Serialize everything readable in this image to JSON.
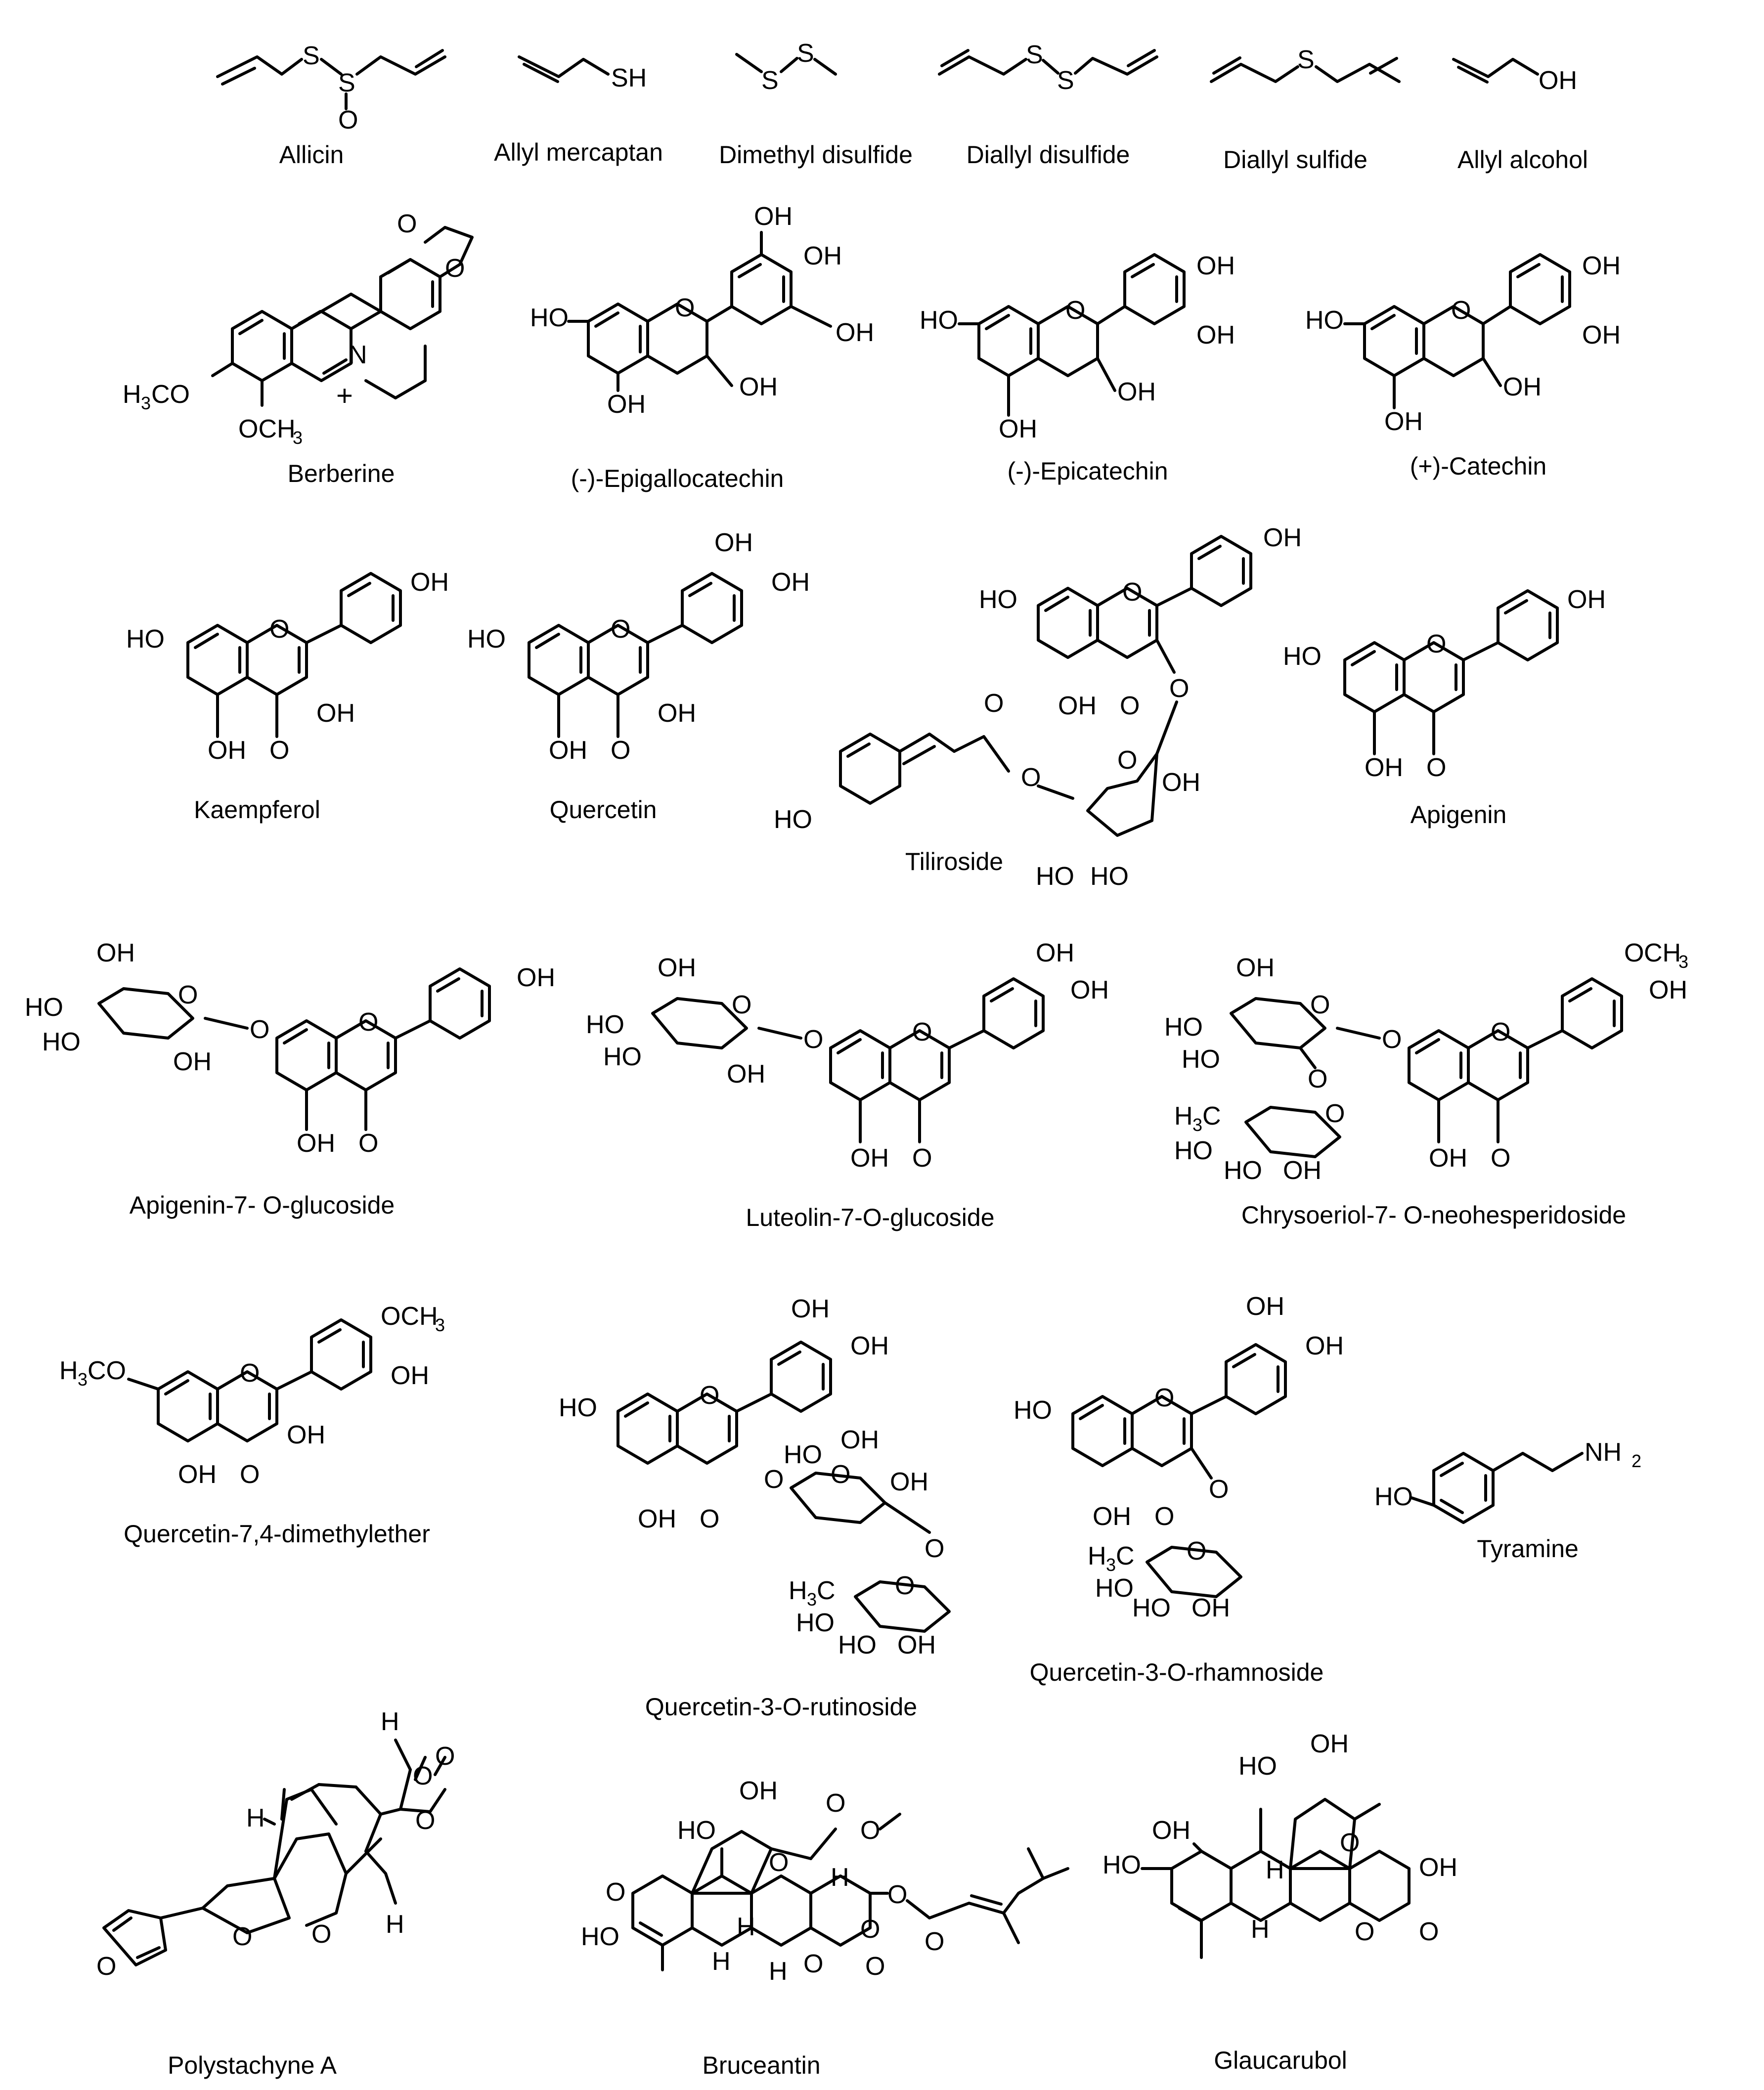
{
  "figure": {
    "row1": [
      {
        "id": "allicin",
        "name": "Allicin"
      },
      {
        "id": "allyl-mercaptan",
        "name": "Allyl mercaptan"
      },
      {
        "id": "dimethyl-disulfide",
        "name": "Dimethyl disulfide"
      },
      {
        "id": "diallyl-disulfide",
        "name": "Diallyl disulfide"
      },
      {
        "id": "diallyl-sulfide",
        "name": "Diallyl sulfide"
      },
      {
        "id": "allyl-alcohol",
        "name": "Allyl alcohol"
      }
    ],
    "row2": [
      {
        "id": "berberine",
        "name": "Berberine"
      },
      {
        "id": "epigallocatechin",
        "name": "(-)-Epigallocatechin"
      },
      {
        "id": "epicatechin",
        "name": "(-)-Epicatechin"
      },
      {
        "id": "catechin",
        "name": "(+)-Catechin"
      }
    ],
    "row3": [
      {
        "id": "kaempferol",
        "name": "Kaempferol"
      },
      {
        "id": "quercetin",
        "name": "Quercetin"
      },
      {
        "id": "tiliroside",
        "name": "Tiliroside"
      },
      {
        "id": "apigenin",
        "name": "Apigenin"
      }
    ],
    "row4": [
      {
        "id": "apigenin-7-o-glucoside",
        "name": "Apigenin-7- O-glucoside"
      },
      {
        "id": "luteolin-7-o-glucoside",
        "name": "Luteolin-7-O-glucoside"
      },
      {
        "id": "chrysoeriol-7-o-neohesperidoside",
        "name": "Chrysoeriol-7- O-neohesperidoside"
      }
    ],
    "row5": [
      {
        "id": "quercetin-7-4-dimethylether",
        "name": "Quercetin-7,4-dimethylether"
      },
      {
        "id": "quercetin-3-o-rutinoside",
        "name": "Quercetin-3-O-rutinoside"
      },
      {
        "id": "quercetin-3-o-rhamnoside",
        "name": "Quercetin-3-O-rhamnoside"
      },
      {
        "id": "tyramine",
        "name": "Tyramine"
      }
    ],
    "row6": [
      {
        "id": "polystachyne-a",
        "name": "Polystachyne A"
      },
      {
        "id": "bruceantin",
        "name": "Bruceantin"
      },
      {
        "id": "glaucarubol",
        "name": "Glaucarubol"
      }
    ]
  },
  "atoms": {
    "S": "S",
    "O": "O",
    "SH": "SH",
    "OH": "OH",
    "HO": "HO",
    "H": "H",
    "N": "N",
    "plus": "+",
    "H3CO": "H3CO",
    "OCH3": "OCH3",
    "H3CO_main": "H",
    "CH3_part": "CH",
    "sub3": "3",
    "H3C_main": "H",
    "H3C_tail": "C",
    "NH": "NH",
    "sub2": "2"
  }
}
